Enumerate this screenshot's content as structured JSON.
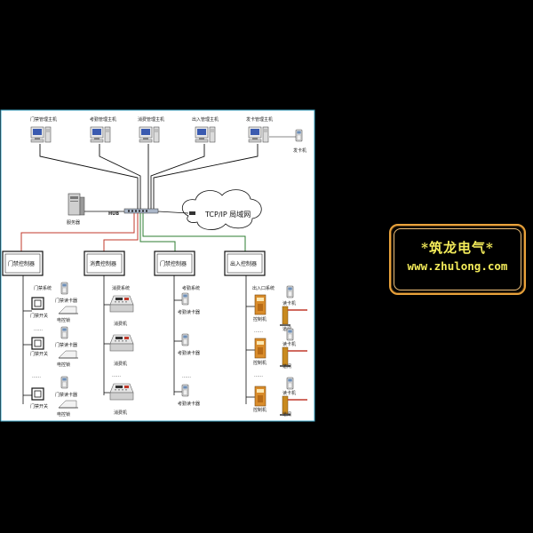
{
  "workstations": [
    {
      "label": "门禁管理主机"
    },
    {
      "label": "考勤管理主机"
    },
    {
      "label": "消费管理主机"
    },
    {
      "label": "出入管理主机"
    },
    {
      "label": "发卡管理主机"
    }
  ],
  "card_issuer_label": "发卡机",
  "server_label": "服务器",
  "hub_label": "HUB",
  "lan_label": "TCP/IP 局域网",
  "controllers": [
    {
      "label": "门禁控制器"
    },
    {
      "label": "消费控制器"
    },
    {
      "label": "门禁控制器"
    },
    {
      "label": "出入控制器"
    }
  ],
  "access": {
    "subsystem": "门禁系统",
    "door": "门禁开关",
    "reader": "门禁读卡器",
    "lock": "电控锁",
    "ellipsis": "……"
  },
  "consume": {
    "subsystem": "消费系统",
    "terminal": "消费机",
    "ellipsis": "……"
  },
  "attendance": {
    "subsystem": "考勤系统",
    "reader": "考勤读卡器",
    "ellipsis": "……"
  },
  "parking": {
    "subsystem": "出入口系统",
    "controller": "控制机",
    "reader": "读卡机",
    "gate": "道闸",
    "ellipsis": "……"
  },
  "watermark": {
    "title": "*筑龙电气*",
    "url": "www.zhulong.com"
  },
  "colors": {
    "background": "#000000",
    "panel": "#ffffff",
    "panel_border": "#3fa9c9",
    "line_black": "#111111",
    "line_red": "#c0392b",
    "line_green": "#2e7d32",
    "badge_text": "#f4ec5a",
    "badge_border": "#e9a23b"
  }
}
